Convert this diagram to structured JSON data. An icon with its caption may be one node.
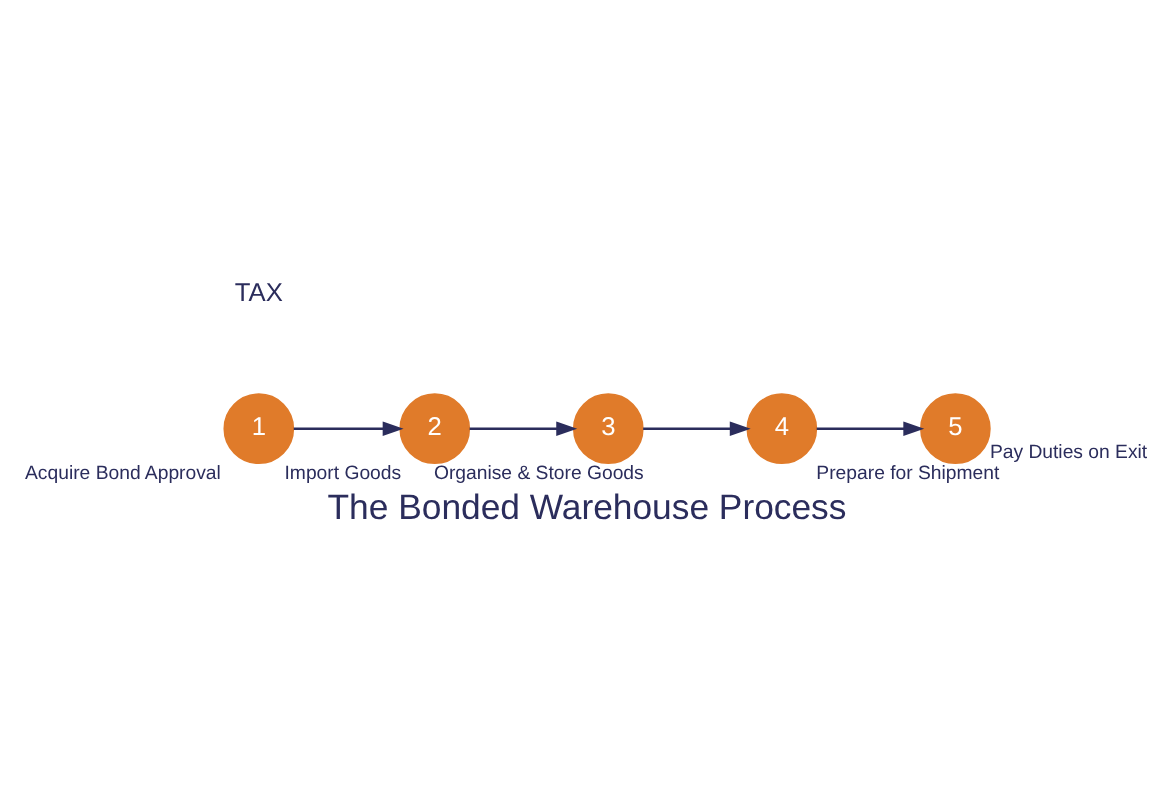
{
  "diagram": {
    "title": "The Bonded Warehouse Process",
    "nodes": [
      {
        "text": [
          "1"
        ],
        "beside": [
          "Acquire Bond Approval"
        ]
      },
      {
        "text": [
          "2"
        ],
        "beside": [
          "Import Goods"
        ]
      },
      {
        "text": [
          "3"
        ],
        "beside": [
          "Organise & Store Goods"
        ]
      },
      {
        "text": [
          "4"
        ],
        "beside": [
          "Prepare for Shipment"
        ]
      },
      {
        "text": [
          "5"
        ],
        "beside": [
          "Pay Duties on Exit"
        ]
      }
    ],
    "edges": [
      {
        "from": 0,
        "to": 1,
        "arrow": "to"
      },
      {
        "from": 1,
        "to": 2,
        "arrow": "to"
      },
      {
        "from": 2,
        "to": 3,
        "arrow": "to"
      },
      {
        "from": 3,
        "to": 4,
        "arrow": "to"
      }
    ],
    "labels": [
      "TAX"
    ]
  }
}
